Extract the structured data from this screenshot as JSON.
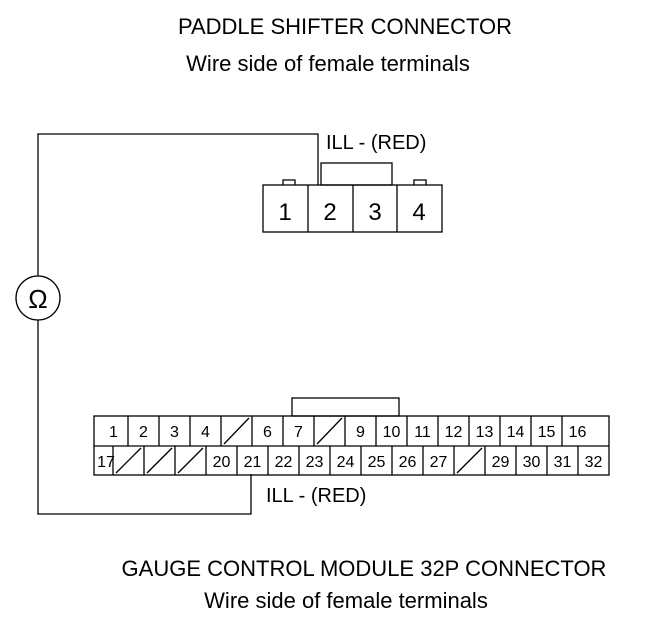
{
  "top_connector": {
    "title": "PADDLE SHIFTER CONNECTOR",
    "subtitle": "Wire side of female terminals",
    "wire_label": "ILL -  (RED)",
    "pins": [
      "1",
      "2",
      "3",
      "4"
    ]
  },
  "bottom_connector": {
    "title": "GAUGE CONTROL MODULE 32P CONNECTOR",
    "subtitle": "Wire side of female terminals",
    "wire_label": "ILL -  (RED)",
    "row1": [
      "1",
      "2",
      "3",
      "4",
      "",
      "6",
      "7",
      "",
      "9",
      "10",
      "11",
      "12",
      "13",
      "14",
      "15",
      "16"
    ],
    "row2": [
      "17",
      "",
      "",
      "",
      "20",
      "21",
      "22",
      "23",
      "24",
      "25",
      "26",
      "27",
      "",
      "29",
      "30",
      "31",
      "32"
    ]
  },
  "meter": {
    "symbol": "Ω"
  }
}
